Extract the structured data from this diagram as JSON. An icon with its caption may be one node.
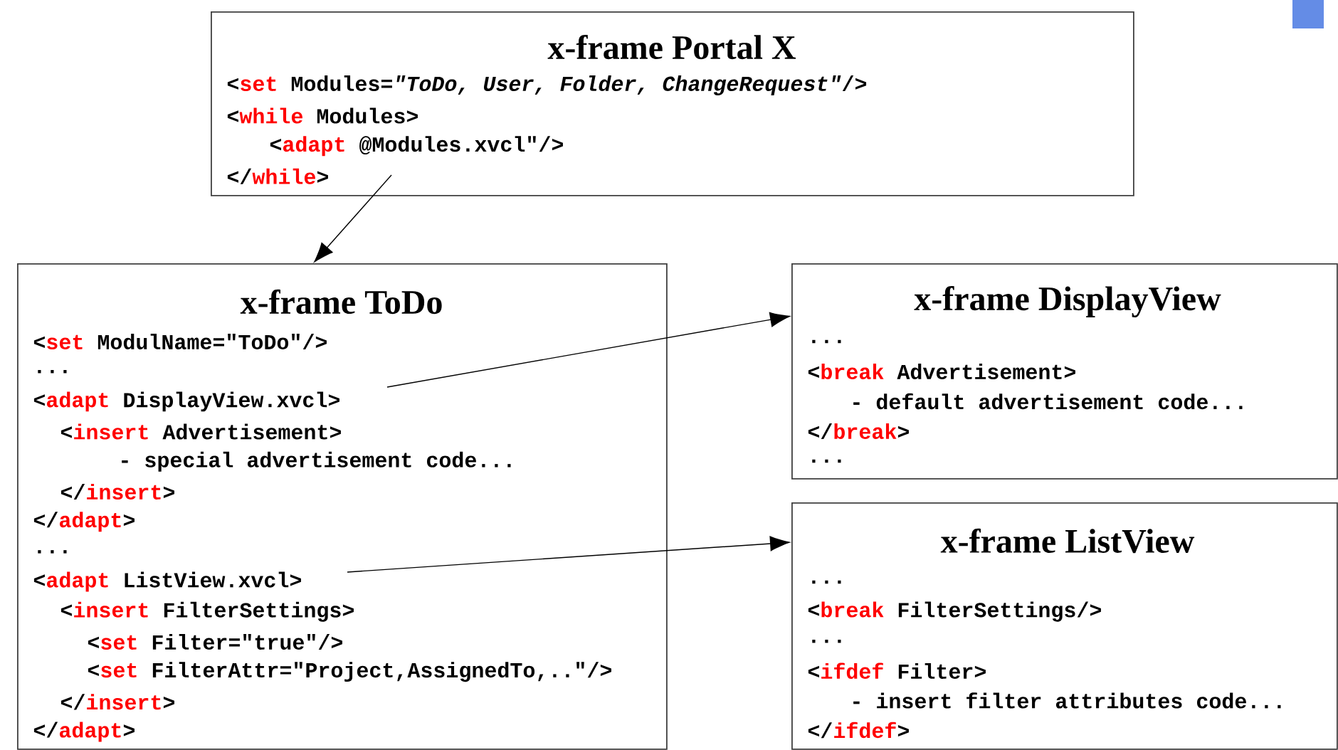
{
  "diagram": {
    "nodes": [
      {
        "text": [
          "x-frame Portal X",
          "<set Modules=*\"ToDo, User, Folder, ChangeRequest\"*/>",
          "<while Modules>",
          "<adapt @Modules.xvcl\"/>",
          "</while>"
        ]
      },
      {
        "text": [
          "x-frame ToDo",
          "<set ModulName=\"ToDo\"/>",
          "...",
          "<adapt DisplayView.xvcl>",
          "<insert Advertisement>",
          "- special advertisement code...",
          "</insert>",
          "</adapt>",
          "...",
          "<adapt ListView.xvcl>",
          "<insert FilterSettings>",
          "<set Filter=\"true\"/>",
          "<set FilterAttr=\"Project,AssignedTo,..\"/>",
          "</insert>",
          "</adapt>"
        ]
      },
      {
        "text": [
          "x-frame DisplayView",
          "...",
          "<break Advertisement>",
          "- default advertisement code...",
          "</break>",
          "..."
        ]
      },
      {
        "text": [
          "x-frame ListView",
          "...",
          "<break FilterSettings/>",
          "...",
          "<ifdef Filter>",
          "- insert filter attributes code...",
          "</ifdef>"
        ]
      }
    ],
    "edges": [
      {
        "from": 0,
        "to": 1,
        "arrow": "to"
      },
      {
        "from": 1,
        "to": 2,
        "arrow": "to"
      },
      {
        "from": 1,
        "to": 3,
        "arrow": "to"
      }
    ]
  }
}
